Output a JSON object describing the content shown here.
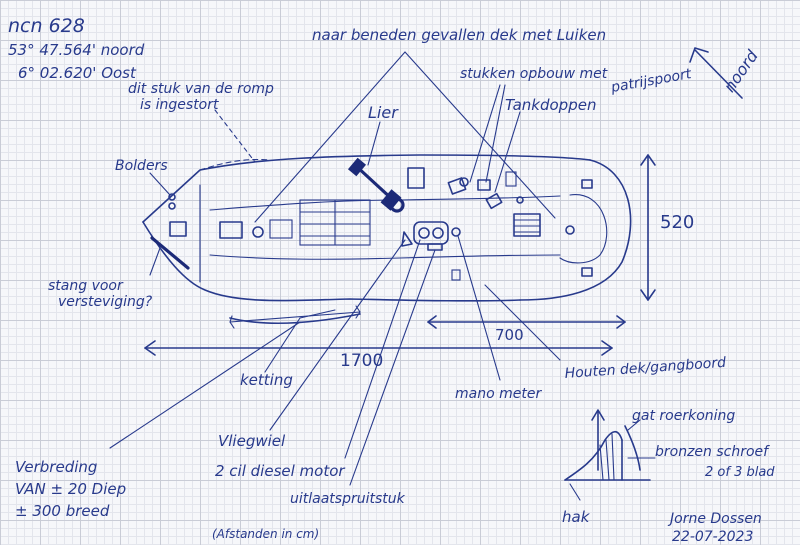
{
  "header": {
    "title": "ncn 628",
    "lat": "53° 47.564' noord",
    "lon": "6° 02.620' Oost"
  },
  "labels": {
    "deck": "naar beneden gevallen dek met Luiken",
    "hull_piece": "dit stuk van de romp",
    "hull_piece_2": "is ingestort",
    "superstructure": "stukken opbouw met",
    "porthole": "patrijspoort",
    "tank_caps": "Tankdoppen",
    "winch": "Lier",
    "bollards": "Bolders",
    "rod": "stang voor",
    "rod_2": "versteviging?",
    "chain": "ketting",
    "flywheel": "Vliegwiel",
    "engine": "2 cil diesel motor",
    "exhaust": "uitlaatspruitstuk",
    "pressure_gauge": "mano meter",
    "wooden_deck": "Houten dek/gangboord",
    "widening": "Verbreding",
    "widening_2": "VAN ± 20 Diep",
    "widening_3": "± 300 breed",
    "distances_note": "(Afstanden in cm)",
    "rudder_hole": "gat roerkoning",
    "bronze_prop": "bronzen schroef",
    "blades": "2 of 3 blad",
    "keel_heel": "hak",
    "north": "noord",
    "author": "Jorne Dossen",
    "date": "22-07-2023"
  },
  "dimensions": {
    "length": "1700",
    "width": "520",
    "partial": "700"
  },
  "colors": {
    "ink": "#283a8c",
    "paper": "#f6f7fa",
    "grid": "#c9ccd6"
  }
}
